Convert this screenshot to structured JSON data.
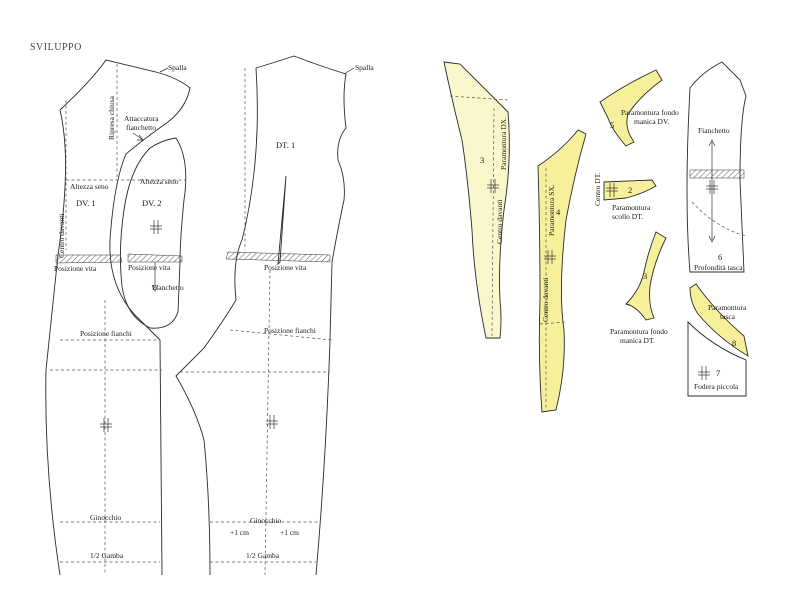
{
  "colors": {
    "facing_fill": "#f7f09a",
    "facing_light": "#fbf7cc",
    "outline": "#2a2a2a"
  },
  "title": "SVILUPPO",
  "front": {
    "spalla": "Spalla",
    "ripresa": "Ripresa chiusa",
    "attaccatura1": "Attaccatura",
    "attaccatura2": "fianchetto",
    "altezza_seno_left": "Altezza seno",
    "altezza_seno_right": "Altezza seno",
    "dv1": "DV.  1",
    "dv2": "DV.  2",
    "centro_davanti": "Centro davanti",
    "posizione_vita_left": "Posizione vita",
    "posizione_vita_right": "Posizione vita",
    "fianchetto": "Fianchetto",
    "posizione_fianchi": "Posizione fianchi",
    "ginocchio": "Ginocchio",
    "mezza_gamba": "1/2 Gamba"
  },
  "back": {
    "spalla": "Spalla",
    "dt1": "DT.  1",
    "posizione_vita": "Posizione vita",
    "posizione_fianchi": "Posizione fianchi",
    "ginocchio": "Ginocchio",
    "plus_left": "+1 cm",
    "plus_right": "+1 cm",
    "mezza_gamba": "1/2 Gamba"
  },
  "pieces": {
    "p3_num": "3",
    "p3_label": "Paramontura DX.",
    "p3_centro": "Centro davanti",
    "p4_num": "4",
    "p4_label": "Paramontura SX.",
    "p4_centro": "Centro davanti",
    "p5_num": "5",
    "p5_label1": "Paramontura fondo",
    "p5_label2": "manica DV.",
    "p2_num": "2",
    "p2_centro": "Centro DT.",
    "p2_label1": "Paramontura",
    "p2_label2": "scollo DT.",
    "p3b_num": "3",
    "p3b_label1": "Paramontura fondo",
    "p3b_label2": "manica DT.",
    "p6_num": "6",
    "p6_fianchetto": "Fianchetto",
    "p6_profondita": "Profondità tasca",
    "p8_num": "8",
    "p8_label1": "Paramontura",
    "p8_label2": "tasca",
    "p7_num": "7",
    "p7_label": "Fodera piccola"
  }
}
